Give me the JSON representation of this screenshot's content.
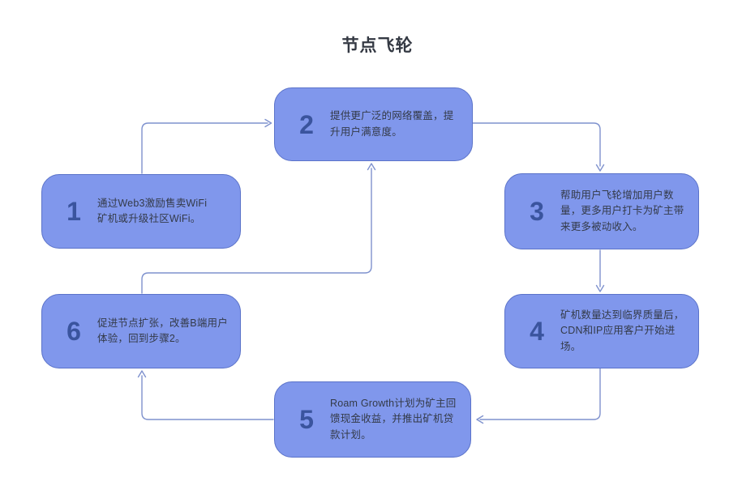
{
  "page": {
    "title": "节点飞轮"
  },
  "colors": {
    "background": "#ffffff",
    "box_fill": "#8097EC",
    "box_border": "#5B73C9",
    "step_number": "#3A549E",
    "step_text": "#333A48",
    "arrow": "#7F92CE",
    "title": "#343943"
  },
  "diagram": {
    "type": "flowchart-cycle",
    "steps": [
      {
        "number": "1",
        "text": "通过Web3激励售卖WiFi矿机或升级社区WiFi。"
      },
      {
        "number": "2",
        "text": "提供更广泛的网络覆盖，提升用户满意度。"
      },
      {
        "number": "3",
        "text": "帮助用户飞轮增加用户数量，更多用户打卡为矿主带来更多被动收入。"
      },
      {
        "number": "4",
        "text": "矿机数量达到临界质量后，CDN和IP应用客户开始进场。"
      },
      {
        "number": "5",
        "text": "Roam Growth计划为矿主回馈现金收益，并推出矿机贷款计划。"
      },
      {
        "number": "6",
        "text": "促进节点扩张，改善B端用户体验，回到步骤2。"
      }
    ],
    "connections": [
      {
        "from": "1",
        "to": "2"
      },
      {
        "from": "2",
        "to": "3"
      },
      {
        "from": "3",
        "to": "4"
      },
      {
        "from": "4",
        "to": "5"
      },
      {
        "from": "5",
        "to": "6"
      },
      {
        "from": "6",
        "to": "2"
      }
    ]
  }
}
